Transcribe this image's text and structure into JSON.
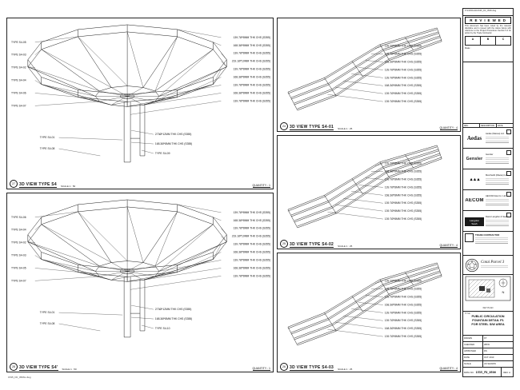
{
  "sheet": {
    "background": "#ffffff",
    "line_color": "#1a1a1a",
    "file_stamp": "1535_FD_0506s.dwg"
  },
  "panels": [
    {
      "bubble": "27",
      "title": "3D VIEW TYPE S4",
      "scale": "SCALE 1 : 50",
      "quantity": "QUANTITY : 1",
      "labels_left": [
        "TYPE S4-05",
        "TYPE S4-03",
        "TYPE S4-02",
        "TYPE S4-04",
        "TYPE S4-06",
        "TYPE S4-07"
      ],
      "labels_right": [
        "139.7Ø*8MM THK CHS (S355)",
        "168.3Ø*8MM THK CHS (S355)",
        "139.7Ø*8MM THK CHS (S355)",
        "219.1Ø*10MM THK CHS (S355)",
        "139.7Ø*8MM THK CHS (S355)",
        "168.3Ø*8MM THK CHS (S355)",
        "139.7Ø*8MM THK CHS (S355)",
        "168.3Ø*8MM THK CHS (S355)",
        "139.7Ø*8MM THK CHS (S355)"
      ],
      "labels_bottom": [
        "TYPE S4-01",
        "TYPE S4-08",
        "273Ø*12MM THK CHS (S355)",
        "168.3Ø*8MM THK CHS (S355)",
        "TYPE S4-09"
      ]
    },
    {
      "bubble": "28",
      "title": "3D VIEW TYPE S4'",
      "scale": "SCALE 1 : 50",
      "quantity": "QUANTITY : 1",
      "labels_left": [
        "TYPE S4-06",
        "TYPE S4-04",
        "TYPE S4-02",
        "TYPE S4-03",
        "TYPE S4-05",
        "TYPE S4-07"
      ],
      "labels_right": [
        "139.7Ø*8MM THK CHS (S355)",
        "168.3Ø*8MM THK CHS (S355)",
        "139.7Ø*8MM THK CHS (S355)",
        "219.1Ø*10MM THK CHS (S355)",
        "139.7Ø*8MM THK CHS (S355)",
        "168.3Ø*8MM THK CHS (S355)",
        "139.7Ø*8MM THK CHS (S355)",
        "168.3Ø*8MM THK CHS (S355)",
        "139.7Ø*8MM THK CHS (S355)"
      ],
      "labels_bottom": [
        "TYPE S4-01",
        "TYPE S4-08",
        "273Ø*12MM THK CHS (S355)",
        "168.3Ø*8MM THK CHS (S355)",
        "TYPE S4-10"
      ]
    },
    {
      "bubble": "24",
      "title": "3D VIEW TYPE S4-01",
      "scale": "SCALE 1 : 25",
      "quantity": "QUANTITY : 4",
      "labels": [
        "139.7Ø*8MM THK CHS (S355)",
        "139.7Ø*8MM THK CHS (S355)",
        "168.3Ø*8MM THK CHS (S355)",
        "139.7Ø*8MM THK CHS (S355)",
        "139.7Ø*8MM THK CHS (S355)",
        "168.3Ø*8MM THK CHS (S355)",
        "139.7Ø*8MM THK CHS (S355)",
        "139.7Ø*8MM THK CHS (S355)"
      ]
    },
    {
      "bubble": "25",
      "title": "3D VIEW TYPE S4-02",
      "scale": "SCALE 1 : 25",
      "quantity": "QUANTITY : 4",
      "labels": [
        "139.7Ø*8MM THK CHS (S355)",
        "168.3Ø*8MM THK CHS (S355)",
        "139.7Ø*8MM THK CHS (S355)",
        "139.7Ø*8MM THK CHS (S355)",
        "168.3Ø*8MM THK CHS (S355)",
        "139.7Ø*8MM THK CHS (S355)",
        "139.7Ø*8MM THK CHS (S355)",
        "139.7Ø*8MM THK CHS (S355)"
      ]
    },
    {
      "bubble": "26",
      "title": "3D VIEW TYPE S4-03",
      "scale": "SCALE 1 : 25",
      "quantity": "QUANTITY : 4",
      "labels": [
        "139.7Ø*8MM THK CHS (S355)",
        "139.7Ø*8MM THK CHS (S355)",
        "139.7Ø*8MM THK CHS (S355)",
        "168.3Ø*8MM THK CHS (S355)",
        "139.7Ø*8MM THK CHS (S355)",
        "139.7Ø*8MM THK CHS (S355)",
        "168.3Ø*8MM THK CHS (S355)",
        "139.7Ø*8MM THK CHS (S355)"
      ]
    }
  ],
  "titleblock": {
    "plot_stamp": "P:\\1535\\CAD\\1535_FD_0506.dwg",
    "reviewed": {
      "title": "R E V I E W E D",
      "body": "This document has been noted by the relevant discipline and is issued with the status below with reference to the Project Procedures Section 5.4 for action by the Trade Contractor.",
      "cols": [
        "A",
        "B",
        "C"
      ],
      "date_label": "Date :"
    },
    "rev_headers": [
      "REV.",
      "DESCRIPTION",
      "DATE"
    ],
    "firms": [
      {
        "logo": "Aedas",
        "name": "Aedas (Macau) Ltd."
      },
      {
        "logo": "Gensler",
        "name": "Gensler"
      },
      {
        "logo": "▲▲▲",
        "name": "Meinhardt (Macau) Ltd."
      },
      {
        "logo": "AECOM",
        "name": "AECOM Asia Co. Ltd."
      },
      {
        "logo": "Langdon Seah",
        "name": "Davis Langdon & Seah"
      }
    ],
    "contractor_label": "TRADE CONTRACTOR",
    "project_name": "Cotai Parcel 3",
    "keyplan": {
      "caption": "KEY PLAN",
      "north": "N"
    },
    "title_label": "TITLE",
    "title_lines": [
      "PUBLIC CIRCULATION",
      "FOUNTAIN DETAIL P1",
      "FOR STEEL S/W AREA"
    ],
    "fields": [
      {
        "label": "DRAWN",
        "value": "KT"
      },
      {
        "label": "CHECKED",
        "value": "WKW"
      },
      {
        "label": "APPROVED",
        "value": "DS"
      },
      {
        "label": "DATE",
        "value": "OCT 2010"
      },
      {
        "label": "SCALE",
        "value": "AS SHOWN"
      }
    ],
    "dwg": {
      "label": "DWG NO.",
      "value": "1535_FD_0506",
      "rev_label": "REV",
      "rev": "A"
    }
  }
}
